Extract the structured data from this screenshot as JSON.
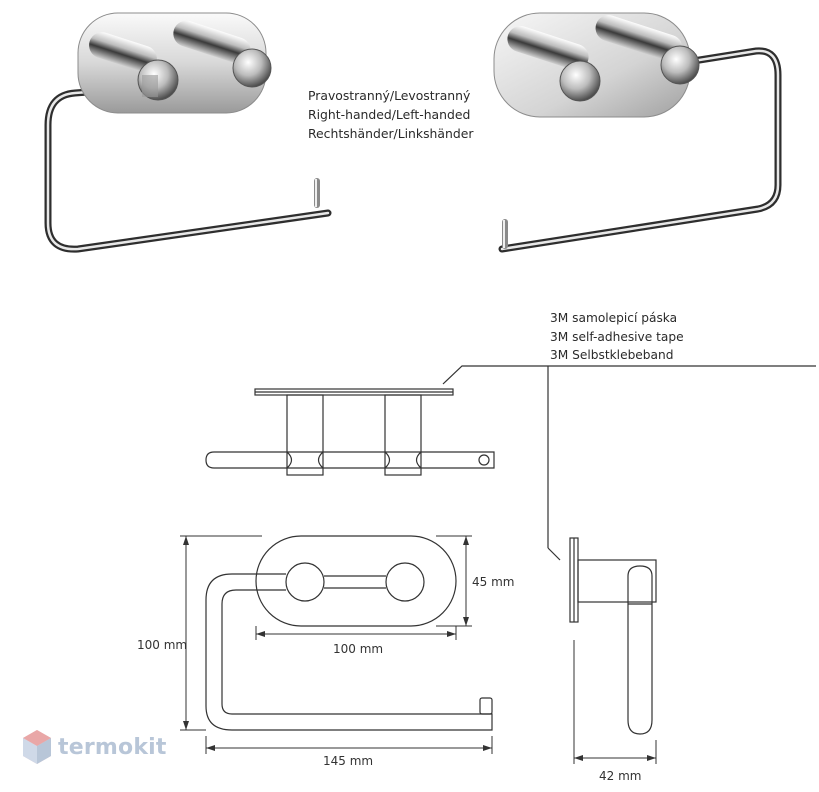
{
  "caption": {
    "lines": [
      "Pravostranný/Levostranný",
      "Right-handed/Left-handed",
      "Rechtshänder/Linkshänder"
    ]
  },
  "tape_label": {
    "lines": [
      "3M samolepicí páska",
      "3M self-adhesive tape",
      "3M Selbstklebeband"
    ]
  },
  "dimensions": {
    "height_total": "100 mm",
    "plate_height": "45 mm",
    "plate_width": "100 mm",
    "total_width": "145 mm",
    "depth": "42 mm"
  },
  "brand": {
    "name": "termokit",
    "color": "#b8c6d8"
  },
  "colors": {
    "line": "#333333",
    "chrome_dark": "#4a4a4a",
    "chrome_light": "#f4f4f4"
  }
}
